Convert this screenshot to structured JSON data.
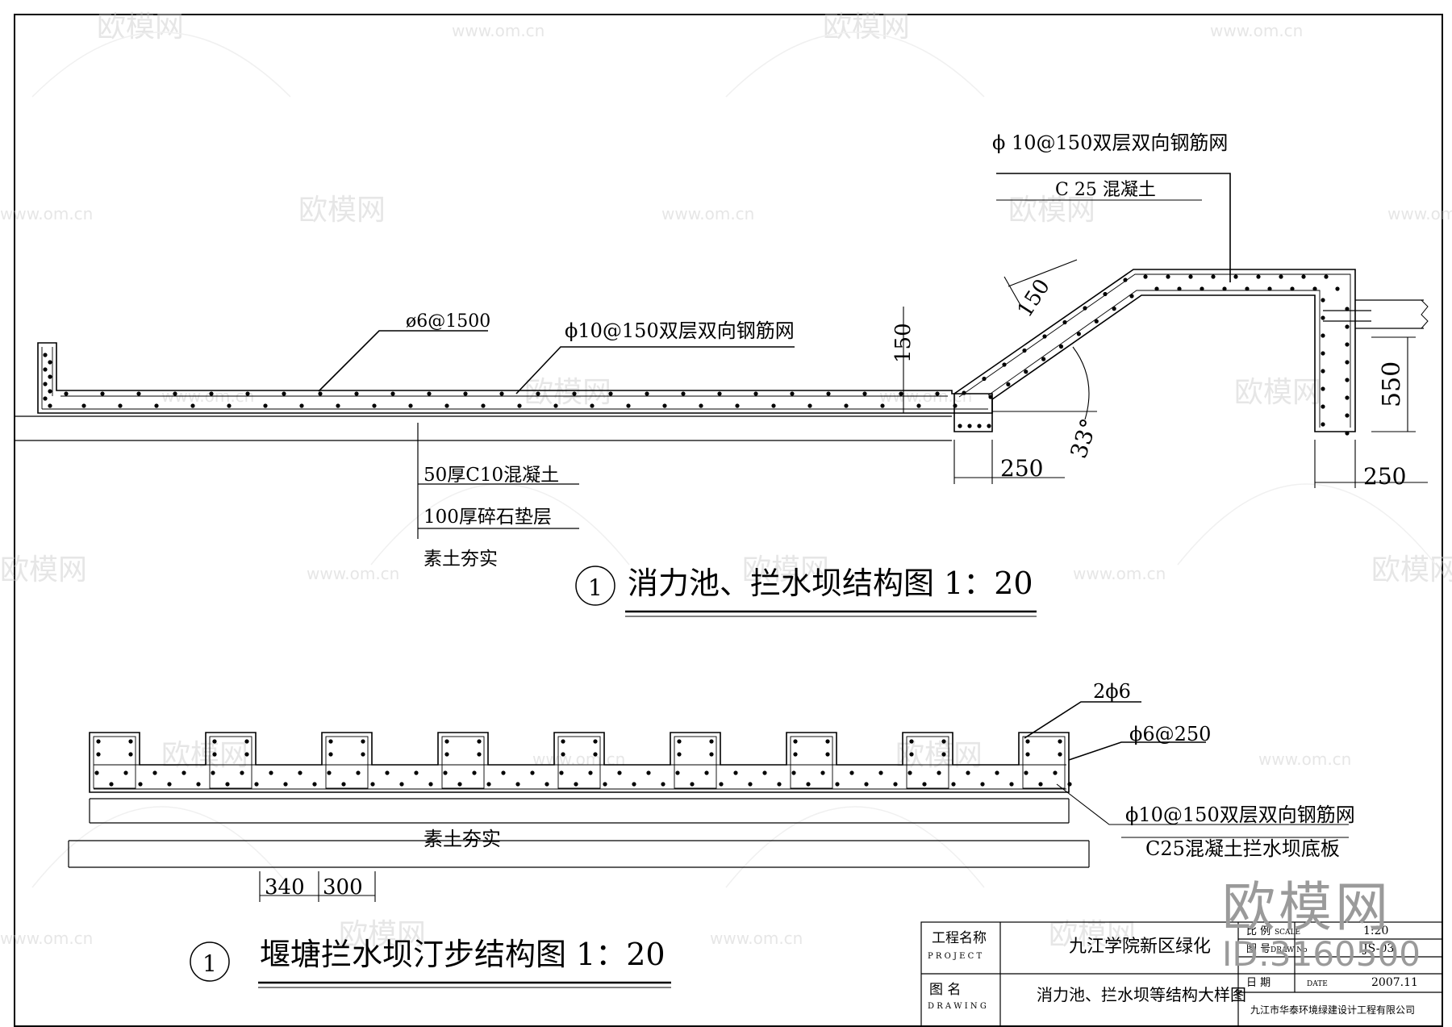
{
  "top_section": {
    "labels": {
      "rebar_pin": "ø6@1500",
      "mesh_left": "ϕ10@150双层双向钢筋网",
      "mesh_right": "ϕ 10@150双层双向钢筋网",
      "concrete": "C 25  混凝土",
      "layer1": "50厚C10混凝土",
      "layer2": "100厚碎石垫层",
      "layer3": "素土夯实"
    },
    "dims": {
      "d150_left": "150",
      "d150_slope": "150",
      "d550": "550",
      "d250_a": "250",
      "d250_b": "250",
      "angle": "33°"
    },
    "title_number": "1",
    "title": "消力池、拦水坝结构图  1：20"
  },
  "bottom_section": {
    "labels": {
      "bars_top": "2ϕ6",
      "stirrup": "ϕ6@250",
      "mesh": "ϕ10@150双层双向钢筋网",
      "slab": "C25混凝土拦水坝底板",
      "soil": "素土夯实"
    },
    "dims": {
      "d340": "340",
      "d300": "300"
    },
    "title_number": "1",
    "title": "堰塘拦水坝汀步结构图  1：20"
  },
  "title_block": {
    "project_label": "工程名称",
    "project_label_en": "P R O J E C T",
    "project_name": "九江学院新区绿化",
    "drawing_label": "图      名",
    "drawing_label_en": "D R A W I N G",
    "drawing_name": "消力池、拦水坝等结构大样图",
    "scale_label": "比 例",
    "scale_en": "SCALE",
    "scale_value": "1:20",
    "no_label": "图 号",
    "no_en": "DRAW No",
    "no_value": "JS-03",
    "date_label": "日 期",
    "date_en": "DATE",
    "date_value": "2007.11",
    "company": "九江市华泰环境绿建设计工程有限公司"
  },
  "watermark": {
    "brand": "欧模网",
    "url": "www.om.cn",
    "id": "ID:3160500"
  }
}
